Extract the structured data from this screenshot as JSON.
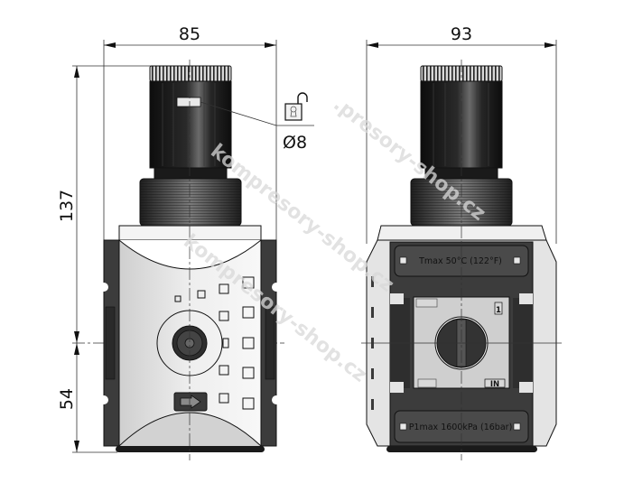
{
  "drawing": {
    "type": "technical dimension drawing",
    "views": [
      "front-view",
      "side-view"
    ]
  },
  "dimensions": {
    "front_width": "85",
    "side_width": "93",
    "total_height": "137",
    "lower_height": "54",
    "lock_diameter": "Ø8"
  },
  "side_labels": {
    "top_label": "Tmax 50°C (122°F)",
    "bottom_label": "P1max 1600kPa (16bar)",
    "port_number": "1",
    "port_label": "IN"
  },
  "icons": {
    "lock": "unlocked-padlock-icon",
    "flow_direction": "arrow-right-icon"
  },
  "watermarks": [
    "kompresory-shop.cz",
    "kompresory-shop.cz",
    ".presory-shop.cz"
  ],
  "colors": {
    "background": "#ffffff",
    "body_light": "#e6e6e6",
    "body_dark": "#3c3c3c",
    "knob": "#1a1a1a",
    "line": "#111111",
    "watermark": "#d9d9d9"
  }
}
